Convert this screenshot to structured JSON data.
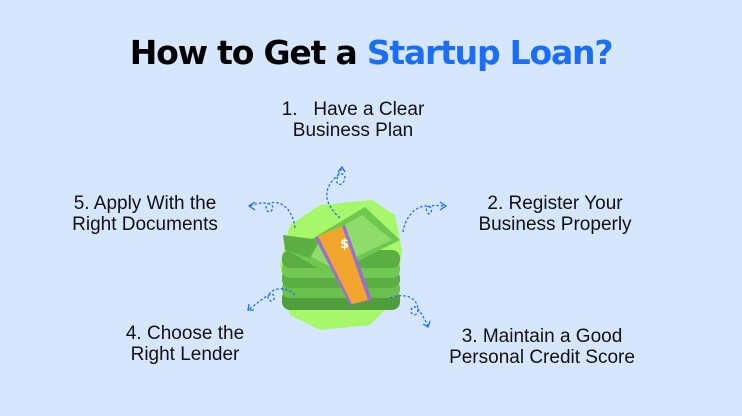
{
  "title": {
    "prefix": "How to Get a ",
    "accent": "Startup Loan?",
    "accent_color": "#1a6ef5"
  },
  "background_color": "#d6e6fe",
  "center_graphic": {
    "icon": "money-stack-icon",
    "label": "$"
  },
  "steps": [
    {
      "line1": "1.   Have a Clear",
      "line2": "Business Plan"
    },
    {
      "line1": "2. Register Your",
      "line2": "Business Properly"
    },
    {
      "line1": "3. Maintain a Good",
      "line2": "Personal Credit Score"
    },
    {
      "line1": "4. Choose the",
      "line2": "Right Lender"
    },
    {
      "line1": "5. Apply With the",
      "line2": "Right Documents"
    }
  ]
}
